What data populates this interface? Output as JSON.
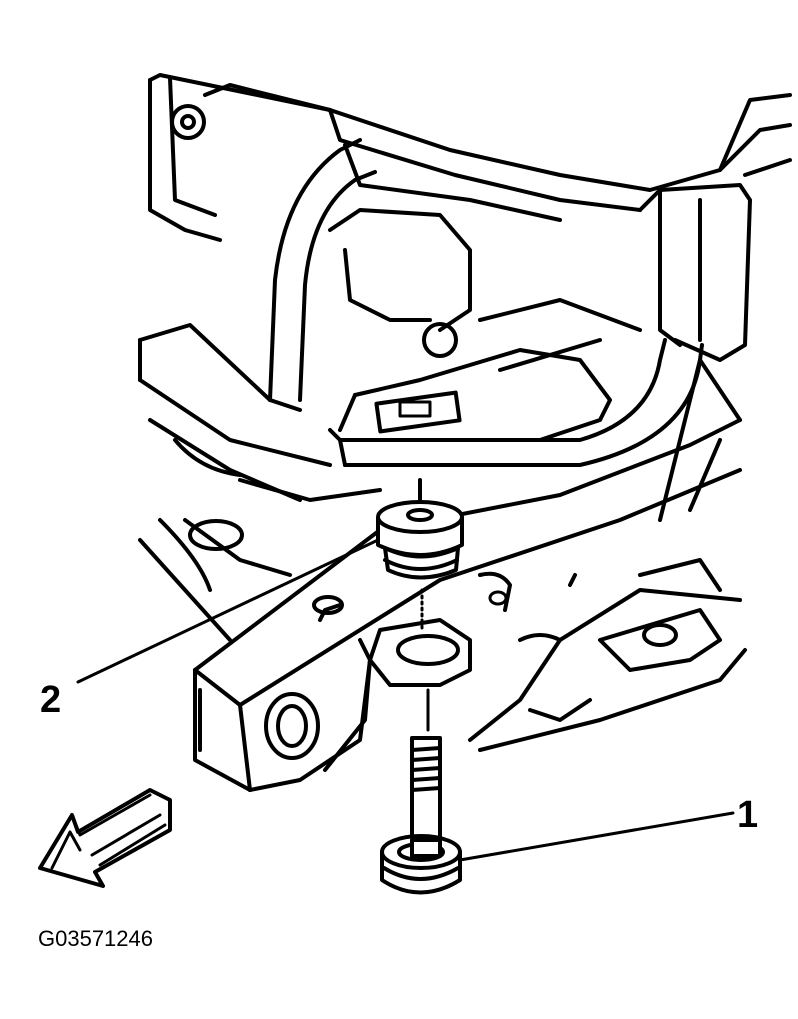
{
  "callouts": [
    {
      "id": "1",
      "label": "1"
    },
    {
      "id": "2",
      "label": "2"
    }
  ],
  "figure_id": "G03571246",
  "direction_arrow": "arrow-icon"
}
